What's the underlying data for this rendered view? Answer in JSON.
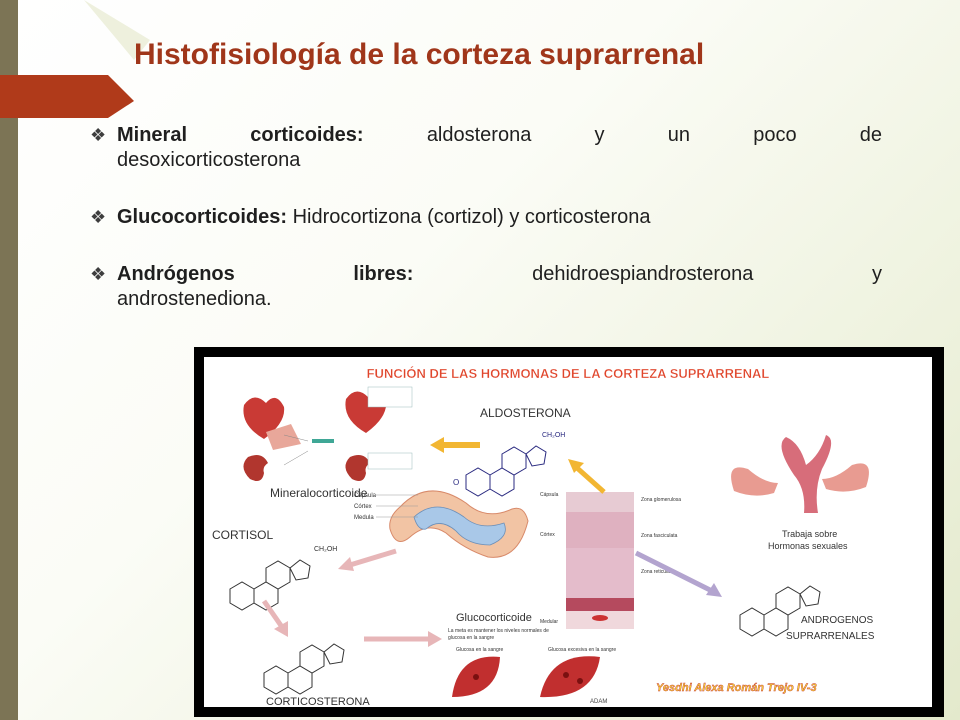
{
  "slide": {
    "title": "Histofisiología de la corteza suprarrenal",
    "bullets": [
      {
        "bold": "Mineral corticoides:",
        "line1_rest": "aldosterona y un poco de",
        "line2": "desoxicorticosterona"
      },
      {
        "bold": "Glucocorticoides:",
        "line1_rest": "Hidrocortizona (cortizol) y corticosterona"
      },
      {
        "bold": "Andrógenos libres:",
        "line1_rest": "dehidroespiandrosterona y",
        "line2": "androstenediona."
      }
    ],
    "bullet_icon": "diamond-bullet-icon",
    "colors": {
      "title": "#a0361a",
      "accent": "#b03a1a",
      "left_bar": "#7c7455"
    }
  },
  "infographic": {
    "title": "FUNCIÓN DE LAS HORMONAS DE LA CORTEZA SUPRARRENAL",
    "aldosterona": "ALDOSTERONA",
    "mineralocorticoide": "Mineralocorticoide",
    "cortisol": "CORTISOL",
    "capsula": "Cápsula",
    "cortex": "Córtex",
    "medula": "Medula",
    "histo_capsula": "Cápsula",
    "histo_cortex": "Córtex",
    "histo_medular": "Medular",
    "zona_glomerulosa": "Zona glomerulosa",
    "zona_fasciculata": "Zona fasciculata",
    "zona_reticularis": "Zona reticularis",
    "trabaja_line1": "Trabaja sobre",
    "trabaja_line2": "Hormonas sexuales",
    "androgenos_line1": "ANDROGENOS",
    "androgenos_line2": "SUPRARRENALES",
    "glucocorticoide": "Glucocorticoide",
    "meta_line1": "La meta es mantener los niveles normales de",
    "meta_line2": "glucosa en la sangre",
    "glucosa_sangre": "Glucosa en la sangre",
    "glucosa_excesiva": "Glucosa excesiva en la sangre",
    "corticosterona": "CORTICOSTERONA",
    "adam": "ADAM",
    "author": "Yesdhi Alexa Román Trejo IV-3"
  }
}
